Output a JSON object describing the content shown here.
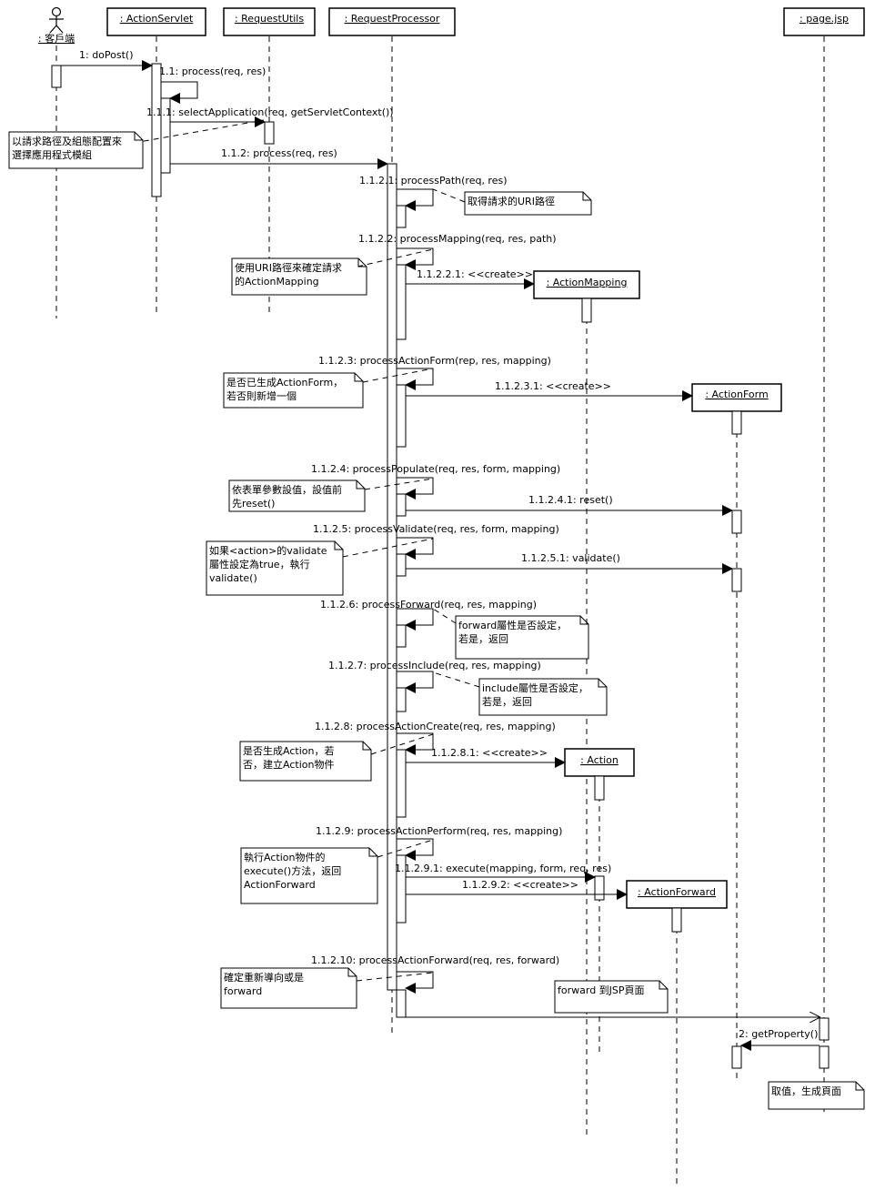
{
  "actor": {
    "label": ": 客戶端",
    "icon": "stick-figure-icon"
  },
  "participants": {
    "action_servlet": ": ActionServlet",
    "request_utils": ": RequestUtils",
    "request_processor": ": RequestProcessor",
    "page_jsp": ": page.jsp",
    "action_mapping": ": ActionMapping",
    "action_form": ": ActionForm",
    "action": ": Action",
    "action_forward": ": ActionForward"
  },
  "messages": {
    "m1": "1: doPost()",
    "m1_1": "1.1: process(req, res)",
    "m1_1_1": "1.1.1: selectApplication(req, getServletContext())",
    "m1_1_2": "1.1.2: process(req, res)",
    "m1_1_2_1": "1.1.2.1: processPath(req, res)",
    "m1_1_2_2": "1.1.2.2: processMapping(req, res, path)",
    "m1_1_2_2_1": "1.1.2.2.1: <<create>>",
    "m1_1_2_3": "1.1.2.3: processActionForm(rep, res, mapping)",
    "m1_1_2_3_1": "1.1.2.3.1: <<create>>",
    "m1_1_2_4": "1.1.2.4: processPopulate(req, res, form, mapping)",
    "m1_1_2_4_1": "1.1.2.4.1: reset()",
    "m1_1_2_5": "1.1.2.5: processValidate(req, res, form, mapping)",
    "m1_1_2_5_1": "1.1.2.5.1: validate()",
    "m1_1_2_6": "1.1.2.6: processForward(req, res, mapping)",
    "m1_1_2_7": "1.1.2.7: processInclude(req, res, mapping)",
    "m1_1_2_8": "1.1.2.8: processActionCreate(req, res, mapping)",
    "m1_1_2_8_1": "1.1.2.8.1: <<create>>",
    "m1_1_2_9": "1.1.2.9: processActionPerform(req, res, mapping)",
    "m1_1_2_9_1": "1.1.2.9.1: execute(mapping, form, req, res)",
    "m1_1_2_9_2": "1.1.2.9.2: <<create>>",
    "m1_1_2_10": "1.1.2.10: processActionForward(req, res, forward)",
    "m2": "2: getProperty()"
  },
  "notes": {
    "select_module": [
      "以請求路徑及組態配置來",
      "選擇應用程式模組"
    ],
    "uri_path": [
      "取得請求的URI路徑"
    ],
    "mapping": [
      "使用URI路徑來確定請求",
      "的ActionMapping"
    ],
    "action_form": [
      "是否已生成ActionForm，",
      "若否則新增一個"
    ],
    "populate": [
      "依表單參數設值，設值前",
      "先reset()"
    ],
    "validate": [
      "如果<action>的validate",
      "屬性設定為true，執行",
      "validate()"
    ],
    "forward_attr": [
      "forward屬性是否設定，",
      "若是，返回"
    ],
    "include_attr": [
      "include屬性是否設定，",
      "若是，返回"
    ],
    "action_create": [
      "是否生成Action，若",
      "否，建立Action物件"
    ],
    "execute": [
      "執行Action物件的",
      "execute()方法，返回",
      "ActionForward"
    ],
    "redirect": [
      "確定重新導向或是",
      "forward"
    ],
    "forward_jsp": [
      "forward 到JSP頁面"
    ],
    "page_result": [
      "取值，生成頁面"
    ]
  }
}
